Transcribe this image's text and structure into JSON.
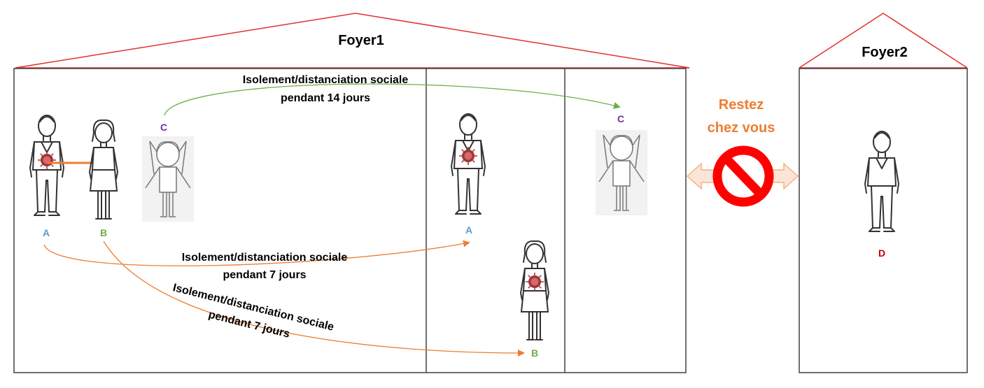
{
  "houses": [
    {
      "id": "foyer1",
      "label": "Foyer1"
    },
    {
      "id": "foyer2",
      "label": "Foyer2"
    }
  ],
  "people": {
    "A": {
      "label": "A",
      "color": "#5B9BD5"
    },
    "B": {
      "label": "B",
      "color": "#70AD47"
    },
    "C": {
      "label": "C",
      "color": "#7030A0"
    },
    "D": {
      "label": "D",
      "color": "#C00000"
    }
  },
  "notes": {
    "c_isolation": [
      "Isolement/distanciation sociale",
      "pendant 14 jours"
    ],
    "a_isolation": [
      "Isolement/distanciation sociale",
      "pendant 7 jours"
    ],
    "b_isolation": [
      "Isolement/distanciation sociale",
      "pendant 7 jours"
    ]
  },
  "stay_home": [
    "Restez",
    "chez vous"
  ],
  "colors": {
    "roof": "#E03030",
    "walls": "#404040",
    "arrow_c": "#70AD47",
    "arrow_ab": "#ED7D31",
    "stay_text": "#ED7D31",
    "no_sign": "#FF0000",
    "double_arrow_fill": "#FBE5D6",
    "double_arrow_stroke": "#F4B183",
    "virus": "#A0343A"
  },
  "icons": [
    "person-figure",
    "coronavirus-icon",
    "no-entry-sign",
    "double-arrow"
  ]
}
